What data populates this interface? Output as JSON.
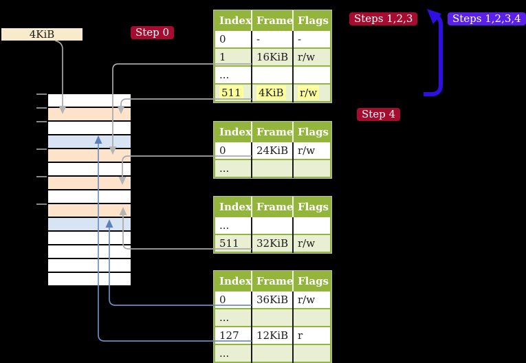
{
  "page_size_label": "4KiB",
  "badges": {
    "step0": {
      "label": "Step 0"
    },
    "steps123": {
      "label": "Steps 1,2,3"
    },
    "steps1234": {
      "label": "Steps 1,2,3,4"
    },
    "step4": {
      "label": "Step 4"
    }
  },
  "tables": [
    {
      "name": "page-table-level-top",
      "columns": [
        "Index",
        "Frame",
        "Flags"
      ],
      "rows": [
        {
          "index": "0",
          "frame": "-",
          "flags": "-"
        },
        {
          "index": "1",
          "frame": "16KiB",
          "flags": "r/w"
        },
        {
          "index": "...",
          "frame": "",
          "flags": ""
        },
        {
          "index": "511",
          "frame": "4KiB",
          "flags": "r/w",
          "highlight": true
        }
      ]
    },
    {
      "name": "page-table-2",
      "columns": [
        "Index",
        "Frame",
        "Flags"
      ],
      "rows": [
        {
          "index": "0",
          "frame": "24KiB",
          "flags": "r/w"
        },
        {
          "index": "...",
          "frame": "",
          "flags": ""
        }
      ]
    },
    {
      "name": "page-table-3",
      "columns": [
        "Index",
        "Frame",
        "Flags"
      ],
      "rows": [
        {
          "index": "...",
          "frame": "",
          "flags": ""
        },
        {
          "index": "511",
          "frame": "32KiB",
          "flags": "r/w"
        }
      ]
    },
    {
      "name": "page-table-4",
      "columns": [
        "Index",
        "Frame",
        "Flags"
      ],
      "rows": [
        {
          "index": "0",
          "frame": "36KiB",
          "flags": "r/w"
        },
        {
          "index": "...",
          "frame": "",
          "flags": ""
        },
        {
          "index": "127",
          "frame": "12KiB",
          "flags": "r"
        },
        {
          "index": "...",
          "frame": "",
          "flags": ""
        }
      ]
    }
  ],
  "memory_strip": {
    "row_colors": [
      "white",
      "orange",
      "white",
      "blue",
      "orange",
      "white",
      "orange",
      "white",
      "orange",
      "blue",
      "white",
      "white",
      "white",
      "white"
    ]
  },
  "colors": {
    "badge_crimson": "#a60c2f",
    "badge_violet": "#5a21e8",
    "table_header_green": "#94b53c",
    "table_row_green": "#e9efd3",
    "highlight_yellow": "#ffff9c",
    "strip_orange": "#fce3ca",
    "strip_blue": "#d8e4f3",
    "wheat_label": "#f7ebcb",
    "connector_gray": "#a9a9a9",
    "connector_blue": "#6b8fc4",
    "flow_arrow_blue": "#2f10e2"
  }
}
